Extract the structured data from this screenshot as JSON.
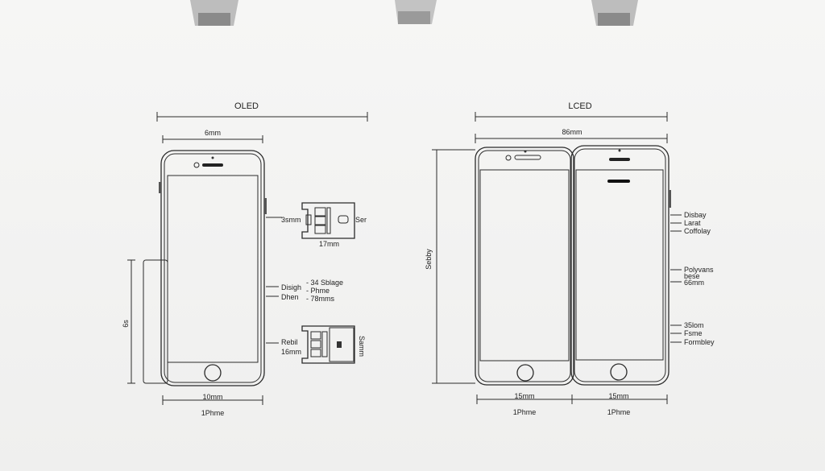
{
  "diagram": {
    "oled": {
      "title": "OLED",
      "width_label": "6mm",
      "height_label": "6s",
      "bottom_label": "10mm",
      "model_label": "1Phme",
      "connector_top": {
        "left": "3smm",
        "right": "Ser",
        "below": "17mm"
      },
      "callouts_mid": [
        "Disigh",
        "Dhen"
      ],
      "callouts_mid_right": [
        "- 34 Sblage",
        "- Phme",
        "- 78mms"
      ],
      "connector_bottom": {
        "left_top": "Rebil",
        "left_bottom": "16mm",
        "right": "Samm"
      }
    },
    "lcd": {
      "title": "LCED",
      "width_label": "86mm",
      "height_label": "Sebby",
      "left_bottom_label": "15mm",
      "right_bottom_label": "15mm",
      "left_model": "1Phme",
      "right_model": "1Phme",
      "callouts_top": [
        "Disbay",
        "Larat",
        "Coffolay"
      ],
      "callouts_mid": [
        "Polyvans",
        "bese",
        "66mm"
      ],
      "callouts_bot": [
        "35lom",
        "Fsme",
        "Formbley"
      ]
    }
  }
}
